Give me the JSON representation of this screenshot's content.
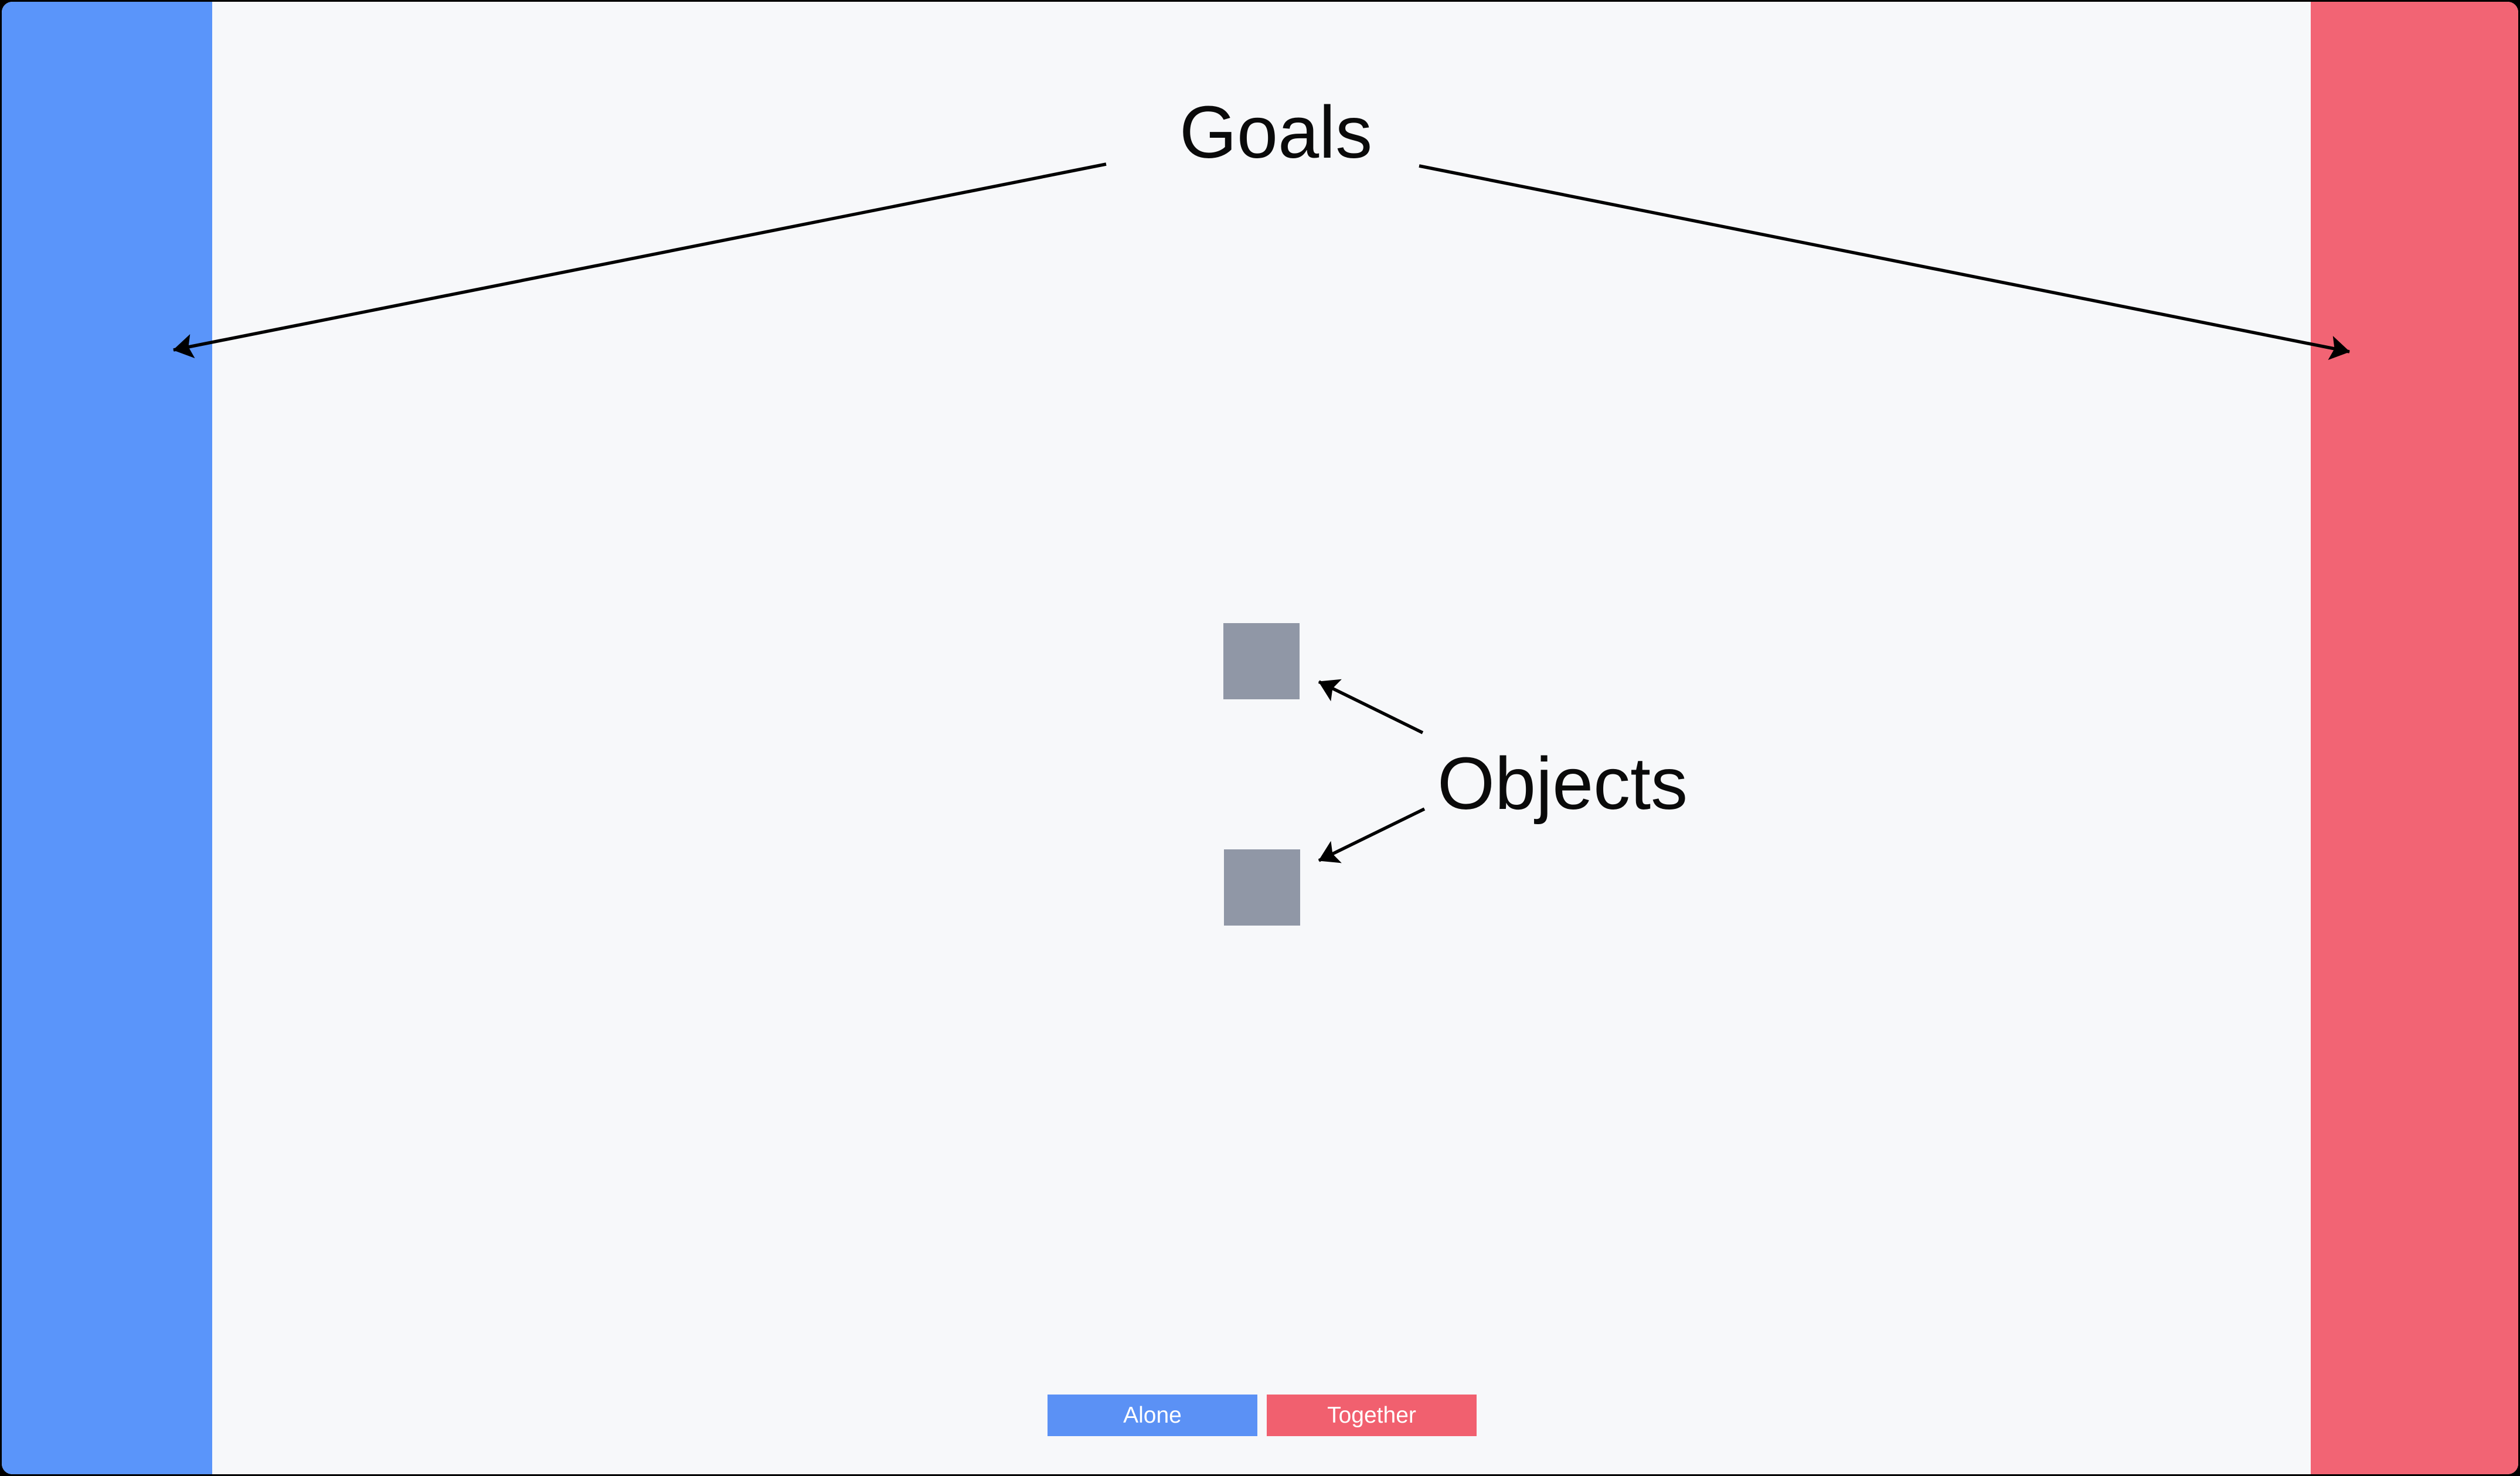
{
  "colors": {
    "frame": "#000000",
    "board_background": "#F7F8FA",
    "goal_left": "#5A95FA",
    "goal_right": "#F26474",
    "object_fill": "#9097A6",
    "button_alone": "#5B91F5",
    "button_together": "#F1606F",
    "button_text": "#FFFFFF",
    "annotation_text": "#0A0A0A",
    "arrow": "#000000"
  },
  "annotations": {
    "goals_label": "Goals",
    "objects_label": "Objects"
  },
  "objects": {
    "count": 2
  },
  "buttons": {
    "alone_label": "Alone",
    "together_label": "Together"
  }
}
